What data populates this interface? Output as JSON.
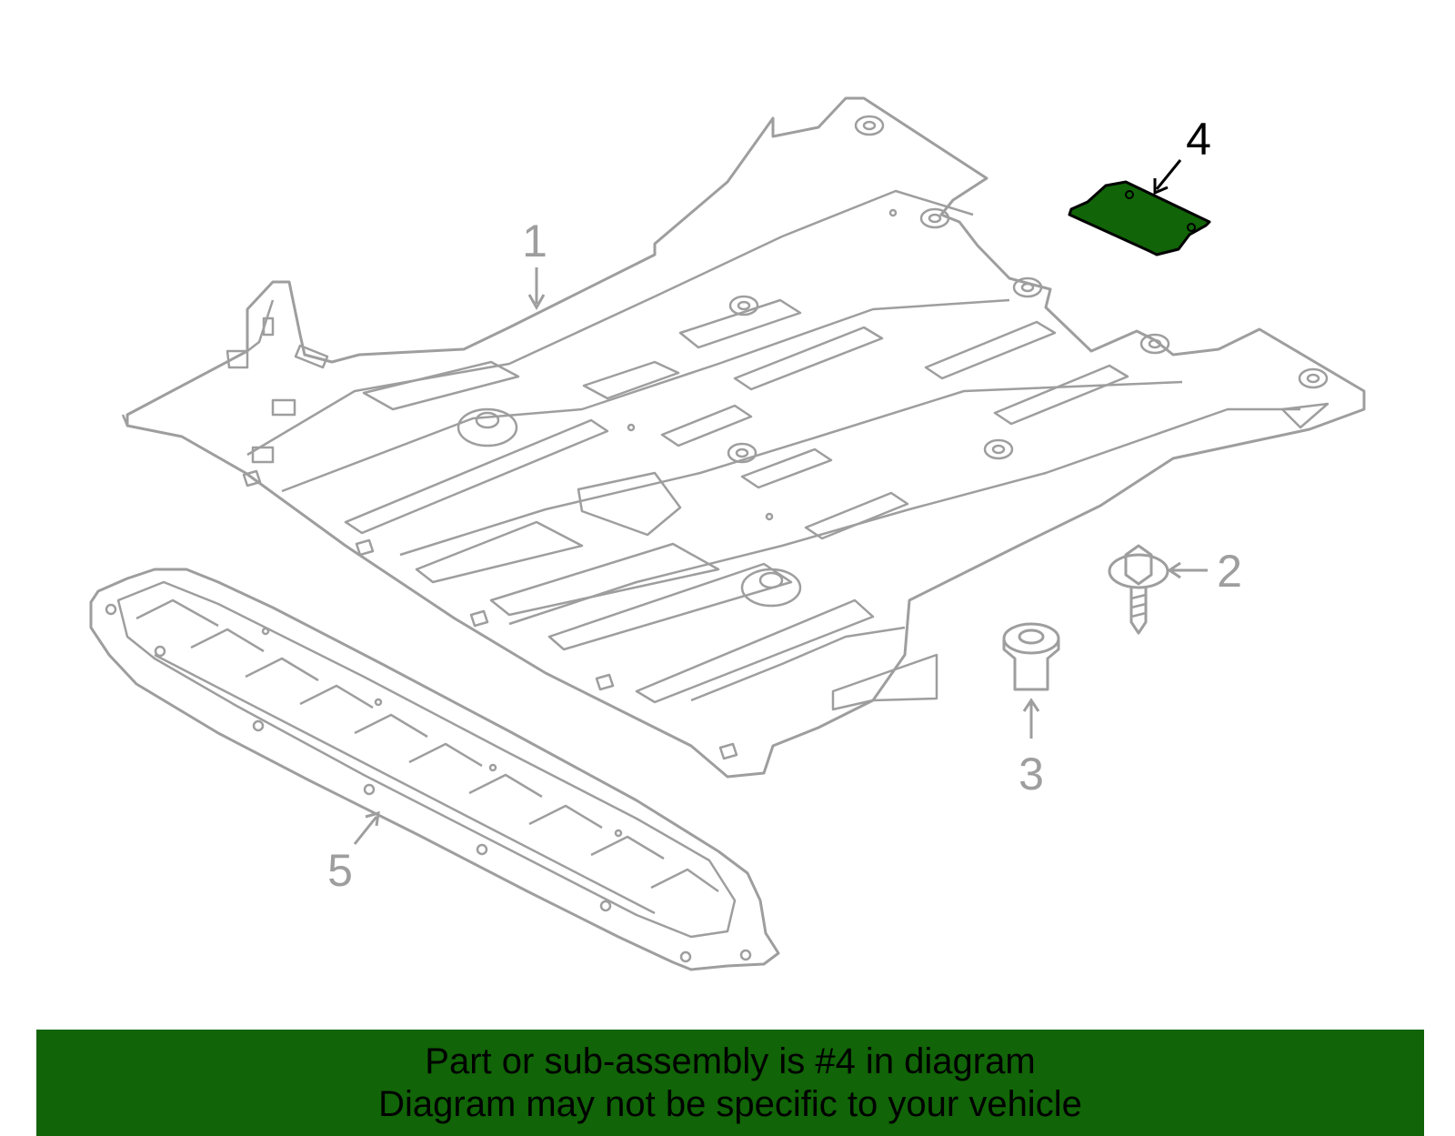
{
  "callouts": [
    {
      "number": "1",
      "part": "main underbody shield"
    },
    {
      "number": "2",
      "part": "bolt"
    },
    {
      "number": "3",
      "part": "nut/grommet"
    },
    {
      "number": "4",
      "part": "cover plate"
    },
    {
      "number": "5",
      "part": "front deflector"
    }
  ],
  "highlighted_callout": "4",
  "colors": {
    "highlight": "#116407",
    "outline": "#9e9e9e",
    "banner": "#116407",
    "banner_text": "#000000"
  },
  "banner": {
    "line1": "Part or sub-assembly is #4 in diagram",
    "line2": "Diagram may not be specific to your vehicle"
  }
}
